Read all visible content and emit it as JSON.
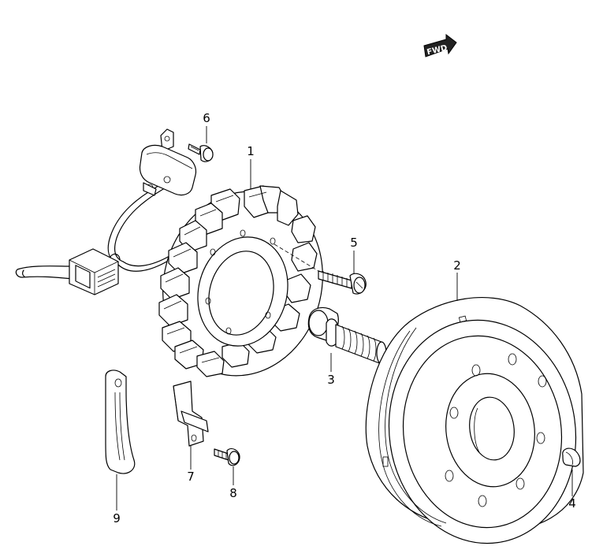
{
  "badge": {
    "text": "FWD"
  },
  "parts": [
    {
      "id": "1",
      "label": "1"
    },
    {
      "id": "2",
      "label": "2"
    },
    {
      "id": "3",
      "label": "3"
    },
    {
      "id": "4",
      "label": "4"
    },
    {
      "id": "5",
      "label": "5"
    },
    {
      "id": "6",
      "label": "6"
    },
    {
      "id": "7",
      "label": "7"
    },
    {
      "id": "8",
      "label": "8"
    },
    {
      "id": "9",
      "label": "9"
    }
  ]
}
